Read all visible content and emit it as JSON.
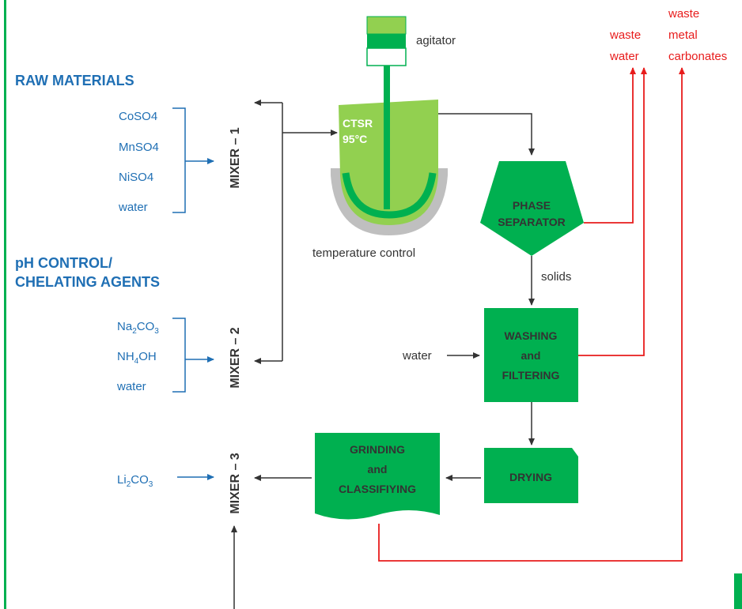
{
  "raw_materials": {
    "heading": "RAW MATERIALS",
    "items": [
      "CoSO4",
      "MnSO4",
      "NiSO4",
      "water"
    ]
  },
  "ph_control": {
    "heading_line1": "pH CONTROL/",
    "heading_line2": "CHELATING AGENTS",
    "items": [
      {
        "base": "Na",
        "sub": "2",
        "mid": "CO",
        "sub2": "3"
      },
      {
        "base": "NH",
        "sub": "4",
        "mid": "OH",
        "sub2": ""
      },
      {
        "base": "water",
        "sub": "",
        "mid": "",
        "sub2": ""
      }
    ]
  },
  "li_input": {
    "base": "Li",
    "sub": "2",
    "mid": "CO",
    "sub2": "3"
  },
  "mixers": {
    "m1": "MIXER – 1",
    "m2": "MIXER – 2",
    "m3": "MIXER – 3"
  },
  "reactor": {
    "agitator_label": "agitator",
    "name": "CTSR",
    "temp": "95°C",
    "temperature_label": "temperature control"
  },
  "separator": {
    "line1": "PHASE",
    "line2": "SEPARATOR",
    "solids_label": "solids"
  },
  "washing": {
    "line1": "WASHING",
    "line2": "and",
    "line3": "FILTERING",
    "water_label": "water"
  },
  "drying": {
    "label": "DRYING"
  },
  "grinding": {
    "line1": "GRINDING",
    "line2": "and",
    "line3": "CLASSIFIYING"
  },
  "outputs": {
    "waste_water_1": "waste",
    "waste_water_2": "water",
    "waste_metal_1": "waste",
    "waste_metal_2": "metal",
    "waste_metal_3": "carbonates"
  },
  "colors": {
    "green_dark": "#00b050",
    "green_light": "#92d050",
    "blue": "#1f6fb4",
    "red": "#e81c1c",
    "gray": "#bfbfbf",
    "line": "#333333"
  }
}
